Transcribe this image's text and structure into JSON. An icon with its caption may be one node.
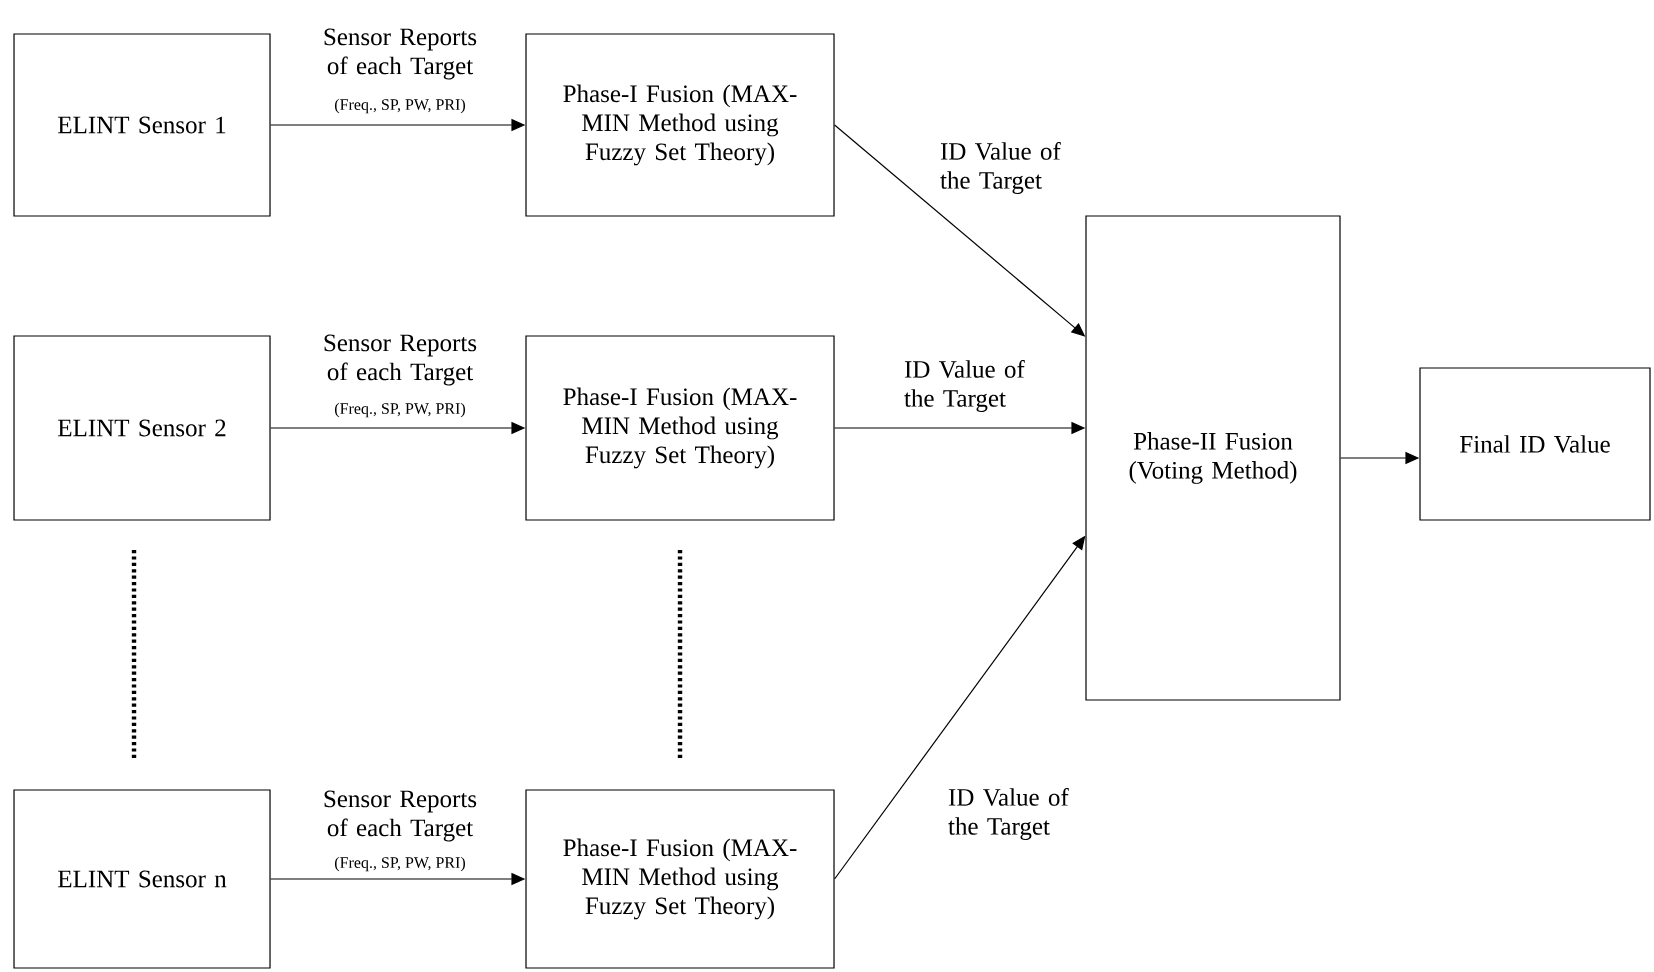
{
  "diagram": {
    "nodes": [
      {
        "text": [
          "ELINT Sensor 1"
        ]
      },
      {
        "text": [
          "Phase-I  Fusion (MAX-MIN Method using Fuzzy Set Theory)"
        ]
      },
      {
        "text": [
          "ELINT Sensor 2"
        ]
      },
      {
        "text": [
          "Phase-I  Fusion (MAX-MIN Method using Fuzzy Set Theory)"
        ]
      },
      {
        "text": [
          "ELINT Sensor n"
        ]
      },
      {
        "text": [
          "Phase-I  Fusion (MAX-MIN Method using Fuzzy Set Theory)"
        ]
      },
      {
        "text": [
          "Phase-II Fusion (Voting Method)"
        ]
      },
      {
        "text": [
          "Final ID Value"
        ]
      }
    ],
    "edges": [
      {
        "from": 0,
        "to": 1,
        "arrow": "to",
        "label": "Sensor Reports of each Target"
      },
      {
        "from": 2,
        "to": 3,
        "arrow": "to",
        "label": "Sensor Reports of each Target"
      },
      {
        "from": 4,
        "to": 5,
        "arrow": "to",
        "label": "Sensor Reports of each Target"
      },
      {
        "from": 1,
        "to": 6,
        "arrow": "to",
        "label": "ID Value of the Target"
      },
      {
        "from": 3,
        "to": 6,
        "arrow": "to",
        "label": "ID Value of the Target"
      },
      {
        "from": 5,
        "to": 6,
        "arrow": "to",
        "label": "ID Value of the Target"
      },
      {
        "from": 6,
        "to": 7,
        "arrow": "to"
      }
    ],
    "labels": [
      "(Freq., SP, PW, PRI)",
      "(Freq., SP, PW, PRI)",
      "(Freq., SP, PW, PRI)"
    ]
  }
}
